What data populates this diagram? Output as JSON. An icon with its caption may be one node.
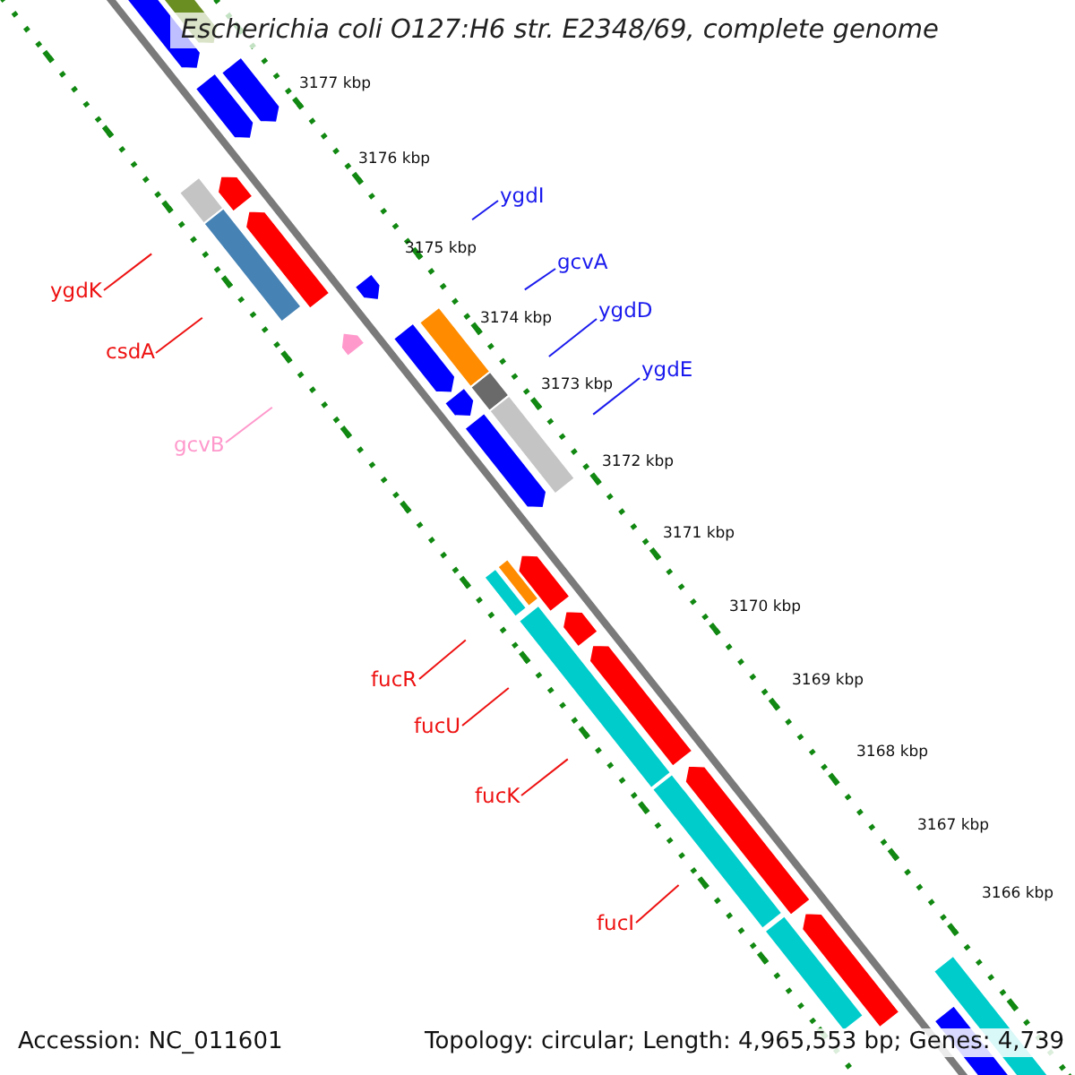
{
  "diagram": {
    "title": "Escherichia coli O127:H6 str. E2348/69, complete genome",
    "nodes": [
      {
        "text": [
          "ygdI"
        ]
      },
      {
        "text": [
          "gcvA"
        ]
      },
      {
        "text": [
          "ygdK"
        ]
      },
      {
        "text": [
          "ygdD"
        ]
      },
      {
        "text": [
          "csdA"
        ]
      },
      {
        "text": [
          "ygdE"
        ]
      },
      {
        "text": [
          "gcvB"
        ]
      },
      {
        "text": [
          "fucR"
        ]
      },
      {
        "text": [
          "fucU"
        ]
      },
      {
        "text": [
          "fucK"
        ]
      },
      {
        "text": [
          "fucI"
        ]
      }
    ],
    "edges": [
      {
        "from": 0,
        "to": null,
        "arrow": "none",
        "color": "#1a1aee"
      },
      {
        "from": 1,
        "to": null,
        "arrow": "none",
        "color": "#1a1aee"
      },
      {
        "from": 2,
        "to": null,
        "arrow": "none"
      },
      {
        "from": 3,
        "to": null,
        "arrow": "none",
        "color": "#1a1aee"
      },
      {
        "from": 4,
        "to": null,
        "arrow": "none"
      },
      {
        "from": 5,
        "to": null,
        "arrow": "none",
        "color": "#1a1aee"
      },
      {
        "from": 6,
        "to": null,
        "arrow": "none",
        "color": "#ff99cc"
      },
      {
        "from": 7,
        "to": null,
        "arrow": "none"
      },
      {
        "from": 8,
        "to": null,
        "arrow": "none"
      },
      {
        "from": 9,
        "to": null,
        "arrow": "none"
      },
      {
        "from": 10,
        "to": null,
        "arrow": "none"
      }
    ],
    "labels": [
      "3177 kbp",
      "3176 kbp",
      "3175 kbp",
      "3174 kbp",
      "3173 kbp",
      "3172 kbp",
      "3171 kbp",
      "3170 kbp",
      "3169 kbp",
      "3168 kbp",
      "3167 kbp",
      "3166 kbp",
      "Accession: NC_011601",
      "Topology: circular; Length: 4,965,553 bp; Genes: 4,739"
    ]
  }
}
